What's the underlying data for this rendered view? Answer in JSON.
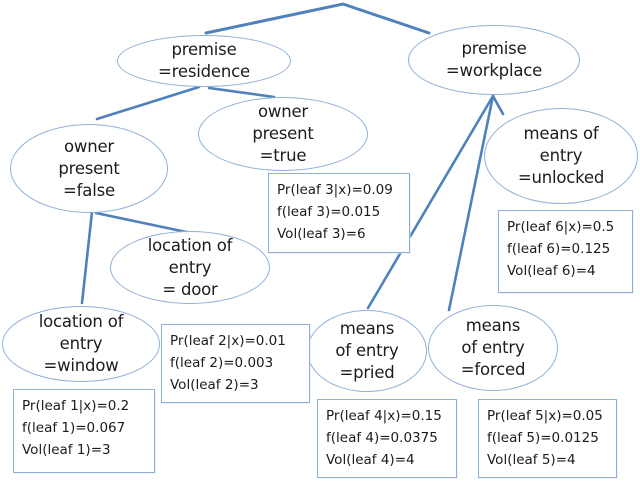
{
  "diagram": {
    "background_color": "#ffffff",
    "connector_color": "#4f81bd",
    "shape_outline_color": "#8fb0d6",
    "text_color": "#1c1c1c",
    "nodes": [
      {
        "id": "premise-residence",
        "lines": [
          "premise",
          "=residence"
        ]
      },
      {
        "id": "premise-workplace",
        "lines": [
          "premise",
          "=workplace"
        ]
      },
      {
        "id": "owner-present-false",
        "lines": [
          "owner",
          "present",
          "=false"
        ]
      },
      {
        "id": "owner-present-true",
        "lines": [
          "owner",
          "present",
          "=true"
        ]
      },
      {
        "id": "means-of-entry-unlocked",
        "lines": [
          "means of",
          "entry",
          "=unlocked"
        ]
      },
      {
        "id": "location-of-entry-door",
        "lines": [
          "location of",
          "entry",
          "= door"
        ]
      },
      {
        "id": "location-of-entry-window",
        "lines": [
          "location of",
          "entry",
          "=window"
        ]
      },
      {
        "id": "means-of-entry-pried",
        "lines": [
          "means",
          "of entry",
          "=pried"
        ]
      },
      {
        "id": "means-of-entry-forced",
        "lines": [
          "means",
          "of entry",
          "=forced"
        ]
      }
    ],
    "leaf_boxes": [
      {
        "id": "leaf-1",
        "lines": [
          "Pr(leaf 1|x)=0.2",
          "f(leaf 1)=0.067",
          "Vol(leaf 1)=3"
        ]
      },
      {
        "id": "leaf-2",
        "lines": [
          "Pr(leaf 2|x)=0.01",
          "f(leaf 2)=0.003",
          "Vol(leaf 2)=3"
        ]
      },
      {
        "id": "leaf-3",
        "lines": [
          "Pr(leaf 3|x)=0.09",
          "f(leaf 3)=0.015",
          "Vol(leaf 3)=6"
        ]
      },
      {
        "id": "leaf-4",
        "lines": [
          "Pr(leaf 4|x)=0.15",
          "f(leaf 4)=0.0375",
          "Vol(leaf 4)=4"
        ]
      },
      {
        "id": "leaf-5",
        "lines": [
          "Pr(leaf 5|x)=0.05",
          "f(leaf 5)=0.0125",
          "Vol(leaf 5)=4"
        ]
      },
      {
        "id": "leaf-6",
        "lines": [
          "Pr(leaf 6|x)=0.5",
          "f(leaf 6)=0.125",
          "Vol(leaf 6)=4"
        ]
      }
    ]
  }
}
